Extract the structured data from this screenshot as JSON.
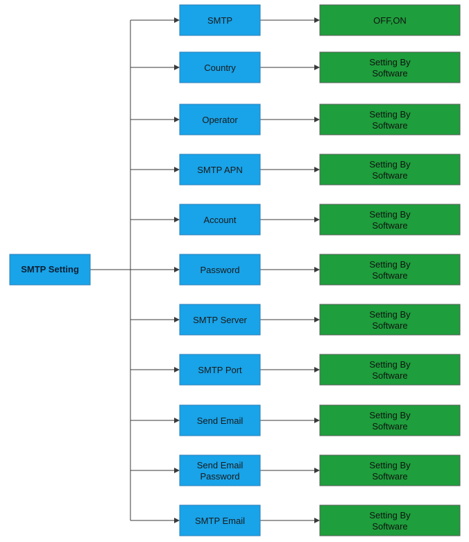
{
  "root": {
    "label": "SMTP Setting"
  },
  "rows": [
    {
      "setting": "SMTP",
      "value": "OFF,ON"
    },
    {
      "setting": "Country",
      "value": "Setting By Software"
    },
    {
      "setting": "Operator",
      "value": "Setting By Software"
    },
    {
      "setting": "SMTP APN",
      "value": "Setting By Software"
    },
    {
      "setting": "Account",
      "value": "Setting By Software"
    },
    {
      "setting": "Password",
      "value": "Setting By Software"
    },
    {
      "setting": "SMTP Server",
      "value": "Setting By Software"
    },
    {
      "setting": "SMTP Port",
      "value": "Setting By Software"
    },
    {
      "setting": "Send Email",
      "value": "Setting By Software"
    },
    {
      "setting": "Send Email Password",
      "value": "Setting By Software"
    },
    {
      "setting": "SMTP Email",
      "value": "Setting By Software"
    }
  ],
  "colors": {
    "setting_fill": "#19a3e8",
    "setting_border": "#2f7fb8",
    "value_fill": "#1e9e3c",
    "value_border": "#5c5c5c",
    "connector": "#3a3a3a"
  }
}
